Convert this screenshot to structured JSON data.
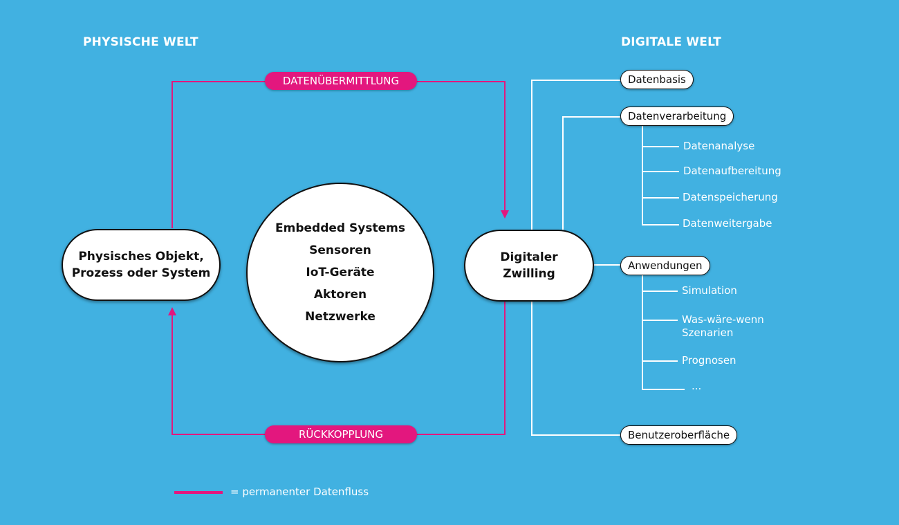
{
  "headings": {
    "physical": "PHYSISCHE WELT",
    "digital": "DIGITALE WELT"
  },
  "flows": {
    "top": "DATENÜBERMITTLUNG",
    "bottom": "RÜCKKOPPLUNG"
  },
  "nodes": {
    "physical_line1": "Physisches Objekt,",
    "physical_line2": "Prozess oder System",
    "twin_line1": "Digitaler",
    "twin_line2": "Zwilling"
  },
  "center_items": [
    "Embedded Systems",
    "Sensoren",
    "IoT-Geräte",
    "Aktoren",
    "Netzwerke"
  ],
  "branches": {
    "datenbasis": "Datenbasis",
    "datenverarbeitung": "Datenverarbeitung",
    "verarbeitung_items": [
      "Datenanalyse",
      "Datenaufbereitung",
      "Datenspeicherung",
      "Datenweitergabe"
    ],
    "anwendungen": "Anwendungen",
    "anwendungen_items": [
      "Simulation",
      "Was-wäre-wenn",
      "Szenarien",
      "Prognosen",
      "..."
    ],
    "benutzeroberflaeche": "Benutzeroberfläche"
  },
  "legend": {
    "label": "= permanenter Datenfluss"
  },
  "colors": {
    "background": "#41b1e1",
    "accent": "#e3177e",
    "node": "#ffffff"
  }
}
